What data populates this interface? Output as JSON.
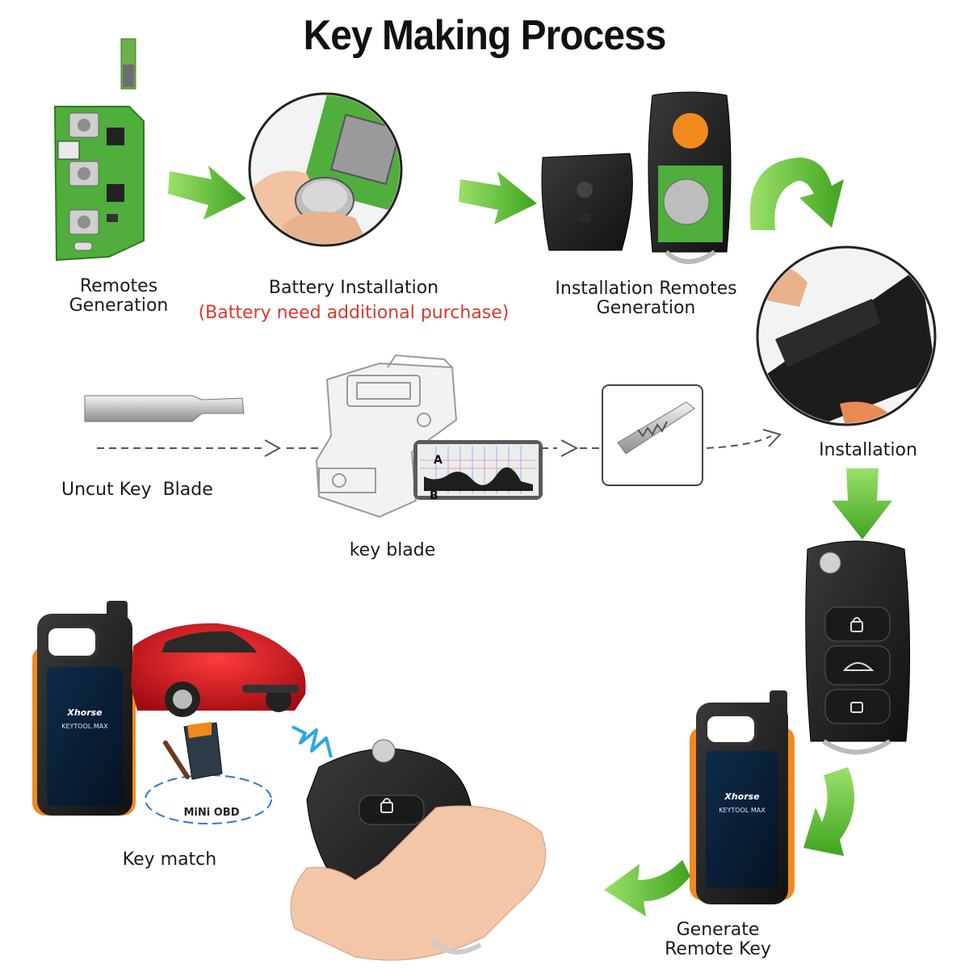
{
  "title": "Key Making Process",
  "steps": {
    "remotes_generation": "Remotes\nGeneration",
    "battery_installation": "Battery Installation",
    "battery_note": "(Battery need additional purchase)",
    "installation_remotes_generation": "Installation Remotes\nGeneration",
    "installation": "Installation",
    "uncut_key_blade": "Uncut Key  Blade",
    "key_blade": "key blade",
    "key_match": "Key match",
    "generate_remote_key": "Generate\nRemote Key"
  },
  "device": {
    "brand": "Xhorse",
    "model": "KEYTOOL MAX"
  },
  "obd_label": "MiNi OBD",
  "cut_chart": {
    "label_a": "A",
    "label_b": "B"
  },
  "colors": {
    "arrow_green": "#5cc030",
    "pcb_green": "#4fae3c",
    "accent_orange": "#f08a1c",
    "car_red": "#d0121b",
    "note_red": "#d63a2f"
  }
}
